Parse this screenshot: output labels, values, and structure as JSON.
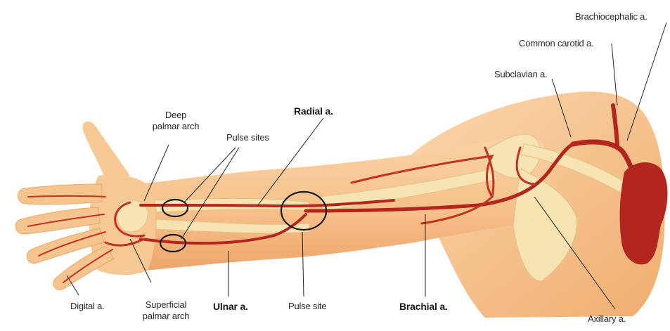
{
  "labels": {
    "brachiocephalic": "Brachiocephalic a.",
    "common_carotid": "Common carotid a.",
    "subclavian": "Subclavian a.",
    "deep_palmar_arch_line1": "Deep",
    "deep_palmar_arch_line2": "palmar arch",
    "pulse_sites": "Pulse sites",
    "radial": "Radial a.",
    "digital": "Digital a.",
    "superficial_palmar_arch_line1": "Superficial",
    "superficial_palmar_arch_line2": "palmar arch",
    "ulnar": "Ulnar a.",
    "pulse_site": "Pulse site",
    "brachial": "Brachial a.",
    "axillary": "Axillary a."
  },
  "colors": {
    "skin": "#f6c58f",
    "skin_dark": "#eea564",
    "bone": "#f8e6b4",
    "artery": "#b3261e",
    "artery_light": "#cc3a2b",
    "leader_line": "#222222",
    "label_text": "#2a2a2a"
  }
}
